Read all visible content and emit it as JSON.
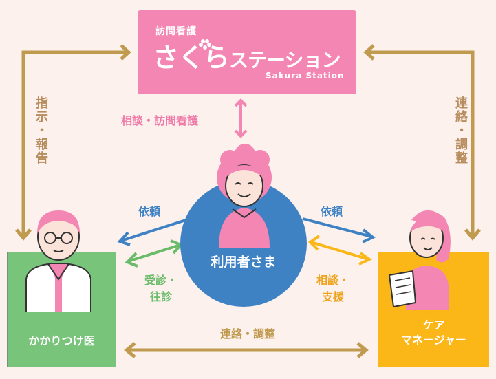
{
  "station": {
    "small": "訪問看護",
    "logo_main": "さくら",
    "logo_tail": "ステーション",
    "sub": "Sakura Station"
  },
  "center": {
    "label": "利用者さま"
  },
  "doctor": {
    "label": "かかりつけ医"
  },
  "care_manager": {
    "line1": "ケア",
    "line2": "マネージャー"
  },
  "edges": {
    "top_center": "相談・訪問看護",
    "left_vertical": "指示・報告",
    "right_vertical": "連絡・調整",
    "left_blue": "依頼",
    "right_blue": "依頼",
    "left_green_line1": "受診・",
    "left_green_line2": "往診",
    "right_orange_line1": "相談・",
    "right_orange_line2": "支援",
    "bottom": "連絡・調整"
  },
  "colors": {
    "background": "#fdf1ee",
    "station_pink": "#f386b2",
    "center_blue": "#3f82c4",
    "doctor_green": "#79c47b",
    "care_yellow": "#fbb718",
    "arrow_gold": "#c09a4e",
    "arrow_green": "#6bbc6a",
    "arrow_orange": "#fbb718"
  }
}
